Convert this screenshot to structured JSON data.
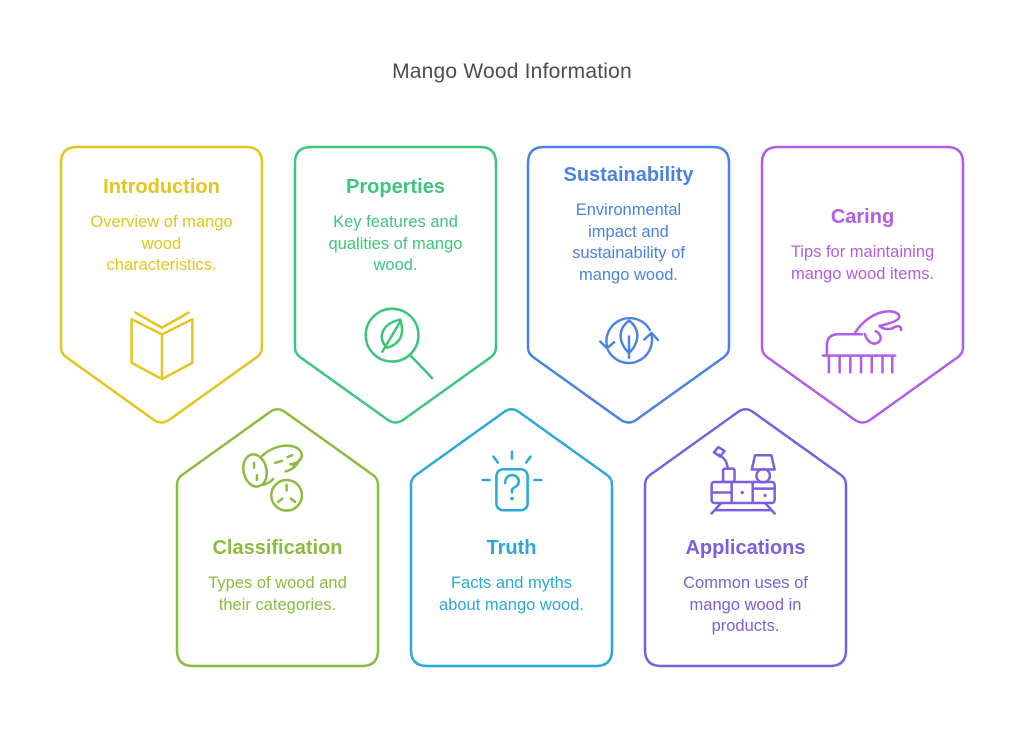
{
  "page": {
    "title": "Mango Wood Information",
    "title_color": "#4d4d4d",
    "background_color": "#ffffff"
  },
  "cards": [
    {
      "id": "introduction",
      "title": "Introduction",
      "description": "Overview of mango\nwood\ncharacteristics.",
      "color": "#e5c41c",
      "icon": "open-book-icon",
      "row": "top"
    },
    {
      "id": "properties",
      "title": "Properties",
      "description": "Key features and\nqualities of mango\nwood.",
      "color": "#3ec57c",
      "icon": "leaf-magnifier-icon",
      "row": "top"
    },
    {
      "id": "sustainability",
      "title": "Sustainability",
      "description": "Environmental\nimpact and\nsustainability of\nmango wood.",
      "color": "#4a82e4",
      "icon": "leaf-recycle-icon",
      "row": "top"
    },
    {
      "id": "caring",
      "title": "Caring",
      "description": "Tips for maintaining\nmango wood items.",
      "color": "#b35ce6",
      "icon": "hand-brush-icon",
      "row": "top"
    },
    {
      "id": "classification",
      "title": "Classification",
      "description": "Types of wood and\ntheir categories.",
      "color": "#8abc3e",
      "icon": "log-icon",
      "row": "bottom"
    },
    {
      "id": "truth",
      "title": "Truth",
      "description": "Facts and myths\nabout mango wood.",
      "color": "#29a8da",
      "icon": "question-card-icon",
      "row": "bottom"
    },
    {
      "id": "applications",
      "title": "Applications",
      "description": "Common uses of\nmango wood in\nproducts.",
      "color": "#7a5fe0",
      "icon": "furniture-icon",
      "row": "bottom"
    }
  ]
}
